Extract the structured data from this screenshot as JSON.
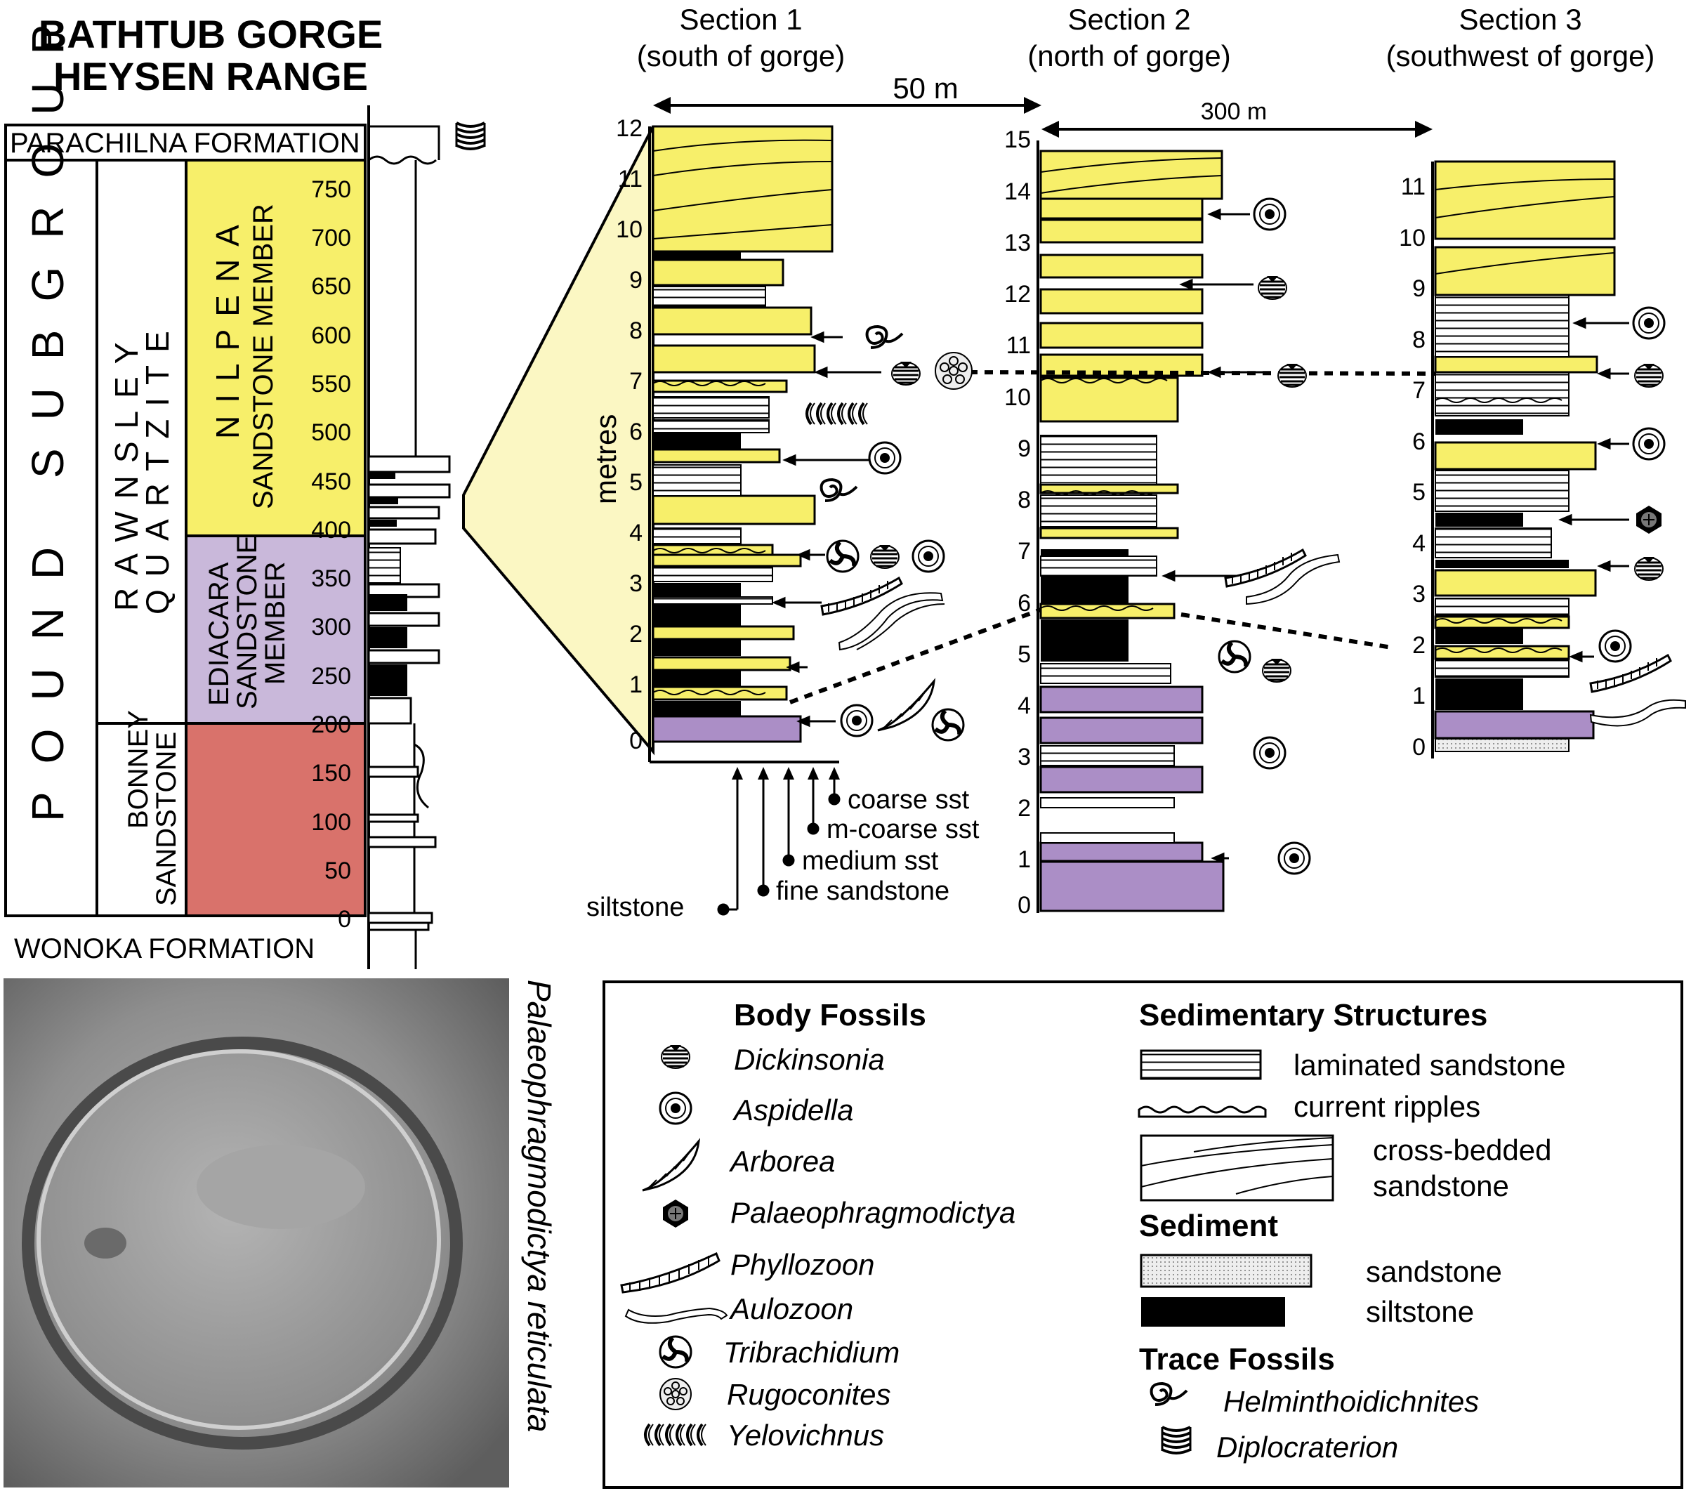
{
  "title": {
    "line1": "BATHTUB GORGE",
    "line2": "HEYSEN RANGE"
  },
  "main_column": {
    "top_formation": "PARACHILNA FORMATION",
    "bottom_formation": "WONOKA FORMATION",
    "group": "POUND SUBGROUP",
    "formation": {
      "line1": "RAWNSLEY",
      "line2": "QUARTZITE"
    },
    "members": [
      {
        "line1": "NILPENA",
        "line2": "SANDSTONE MEMBER",
        "color": "#f7ef6a"
      },
      {
        "line1": "EDIACARA",
        "line2": "SANDSTONE",
        "line3": "MEMBER",
        "color": "#c9b8da"
      },
      {
        "line1": "BONNEY",
        "line2": "SANDSTONE",
        "color": "#d9726b"
      }
    ],
    "ticks": [
      "750",
      "700",
      "650",
      "600",
      "550",
      "500",
      "450",
      "400",
      "350",
      "300",
      "250",
      "200",
      "150",
      "100",
      "50",
      "0"
    ]
  },
  "sections": [
    {
      "line1": "Section 1",
      "line2": "(south of gorge)",
      "ticks": [
        "12",
        "11",
        "10",
        "9",
        "8",
        "7",
        "6",
        "5",
        "4",
        "3",
        "2",
        "1",
        "0"
      ]
    },
    {
      "line1": "Section 2",
      "line2": "(north of gorge)",
      "ticks": [
        "15",
        "14",
        "13",
        "12",
        "11",
        "10",
        "9",
        "8",
        "7",
        "6",
        "5",
        "4",
        "3",
        "2",
        "1",
        "0"
      ]
    },
    {
      "line1": "Section 3",
      "line2": "(southwest of gorge)",
      "ticks": [
        "11",
        "10",
        "9",
        "8",
        "7",
        "6",
        "5",
        "4",
        "3",
        "2",
        "1",
        "0"
      ]
    }
  ],
  "axis_label": "metres",
  "distance_1": "50 m",
  "distance_2": "300 m",
  "grain_sizes": [
    "coarse sst",
    "m-coarse sst",
    "medium sst",
    "fine sandstone",
    "siltstone"
  ],
  "photo_caption": "Palaeophragmodictya reticulata",
  "legend": {
    "body_fossils": {
      "heading": "Body Fossils",
      "items": [
        {
          "name": "Dickinsonia",
          "icon": "dickinsonia-icon"
        },
        {
          "name": "Aspidella",
          "icon": "aspidella-icon"
        },
        {
          "name": "Arborea",
          "icon": "arborea-icon"
        },
        {
          "name": "Palaeophragmodictya",
          "icon": "palaeophragmodictya-icon"
        },
        {
          "name": "Phyllozoon",
          "icon": "phyllozoon-icon"
        },
        {
          "name": "Aulozoon",
          "icon": "aulozoon-icon"
        },
        {
          "name": "Tribrachidium",
          "icon": "tribrachidium-icon"
        },
        {
          "name": "Rugoconites",
          "icon": "rugoconites-icon"
        },
        {
          "name": "Yelovichnus",
          "icon": "yelovichnus-icon"
        }
      ]
    },
    "sedimentary_structures": {
      "heading": "Sedimentary  Structures",
      "items": [
        "laminated sandstone",
        "current ripples",
        "cross-bedded",
        "sandstone"
      ]
    },
    "sediment": {
      "heading": "Sediment",
      "items": [
        "sandstone",
        "siltstone"
      ]
    },
    "trace_fossils": {
      "heading": "Trace Fossils",
      "items": [
        {
          "name": "Helminthoidichnites",
          "icon": "helminthoidichnites-icon"
        },
        {
          "name": "Diplocraterion",
          "icon": "diplocraterion-icon"
        }
      ]
    }
  },
  "colors": {
    "yellow": "#f7ef6a",
    "purple": "#ab8ec6",
    "lavender": "#c9b8da",
    "red": "#d9726b"
  }
}
